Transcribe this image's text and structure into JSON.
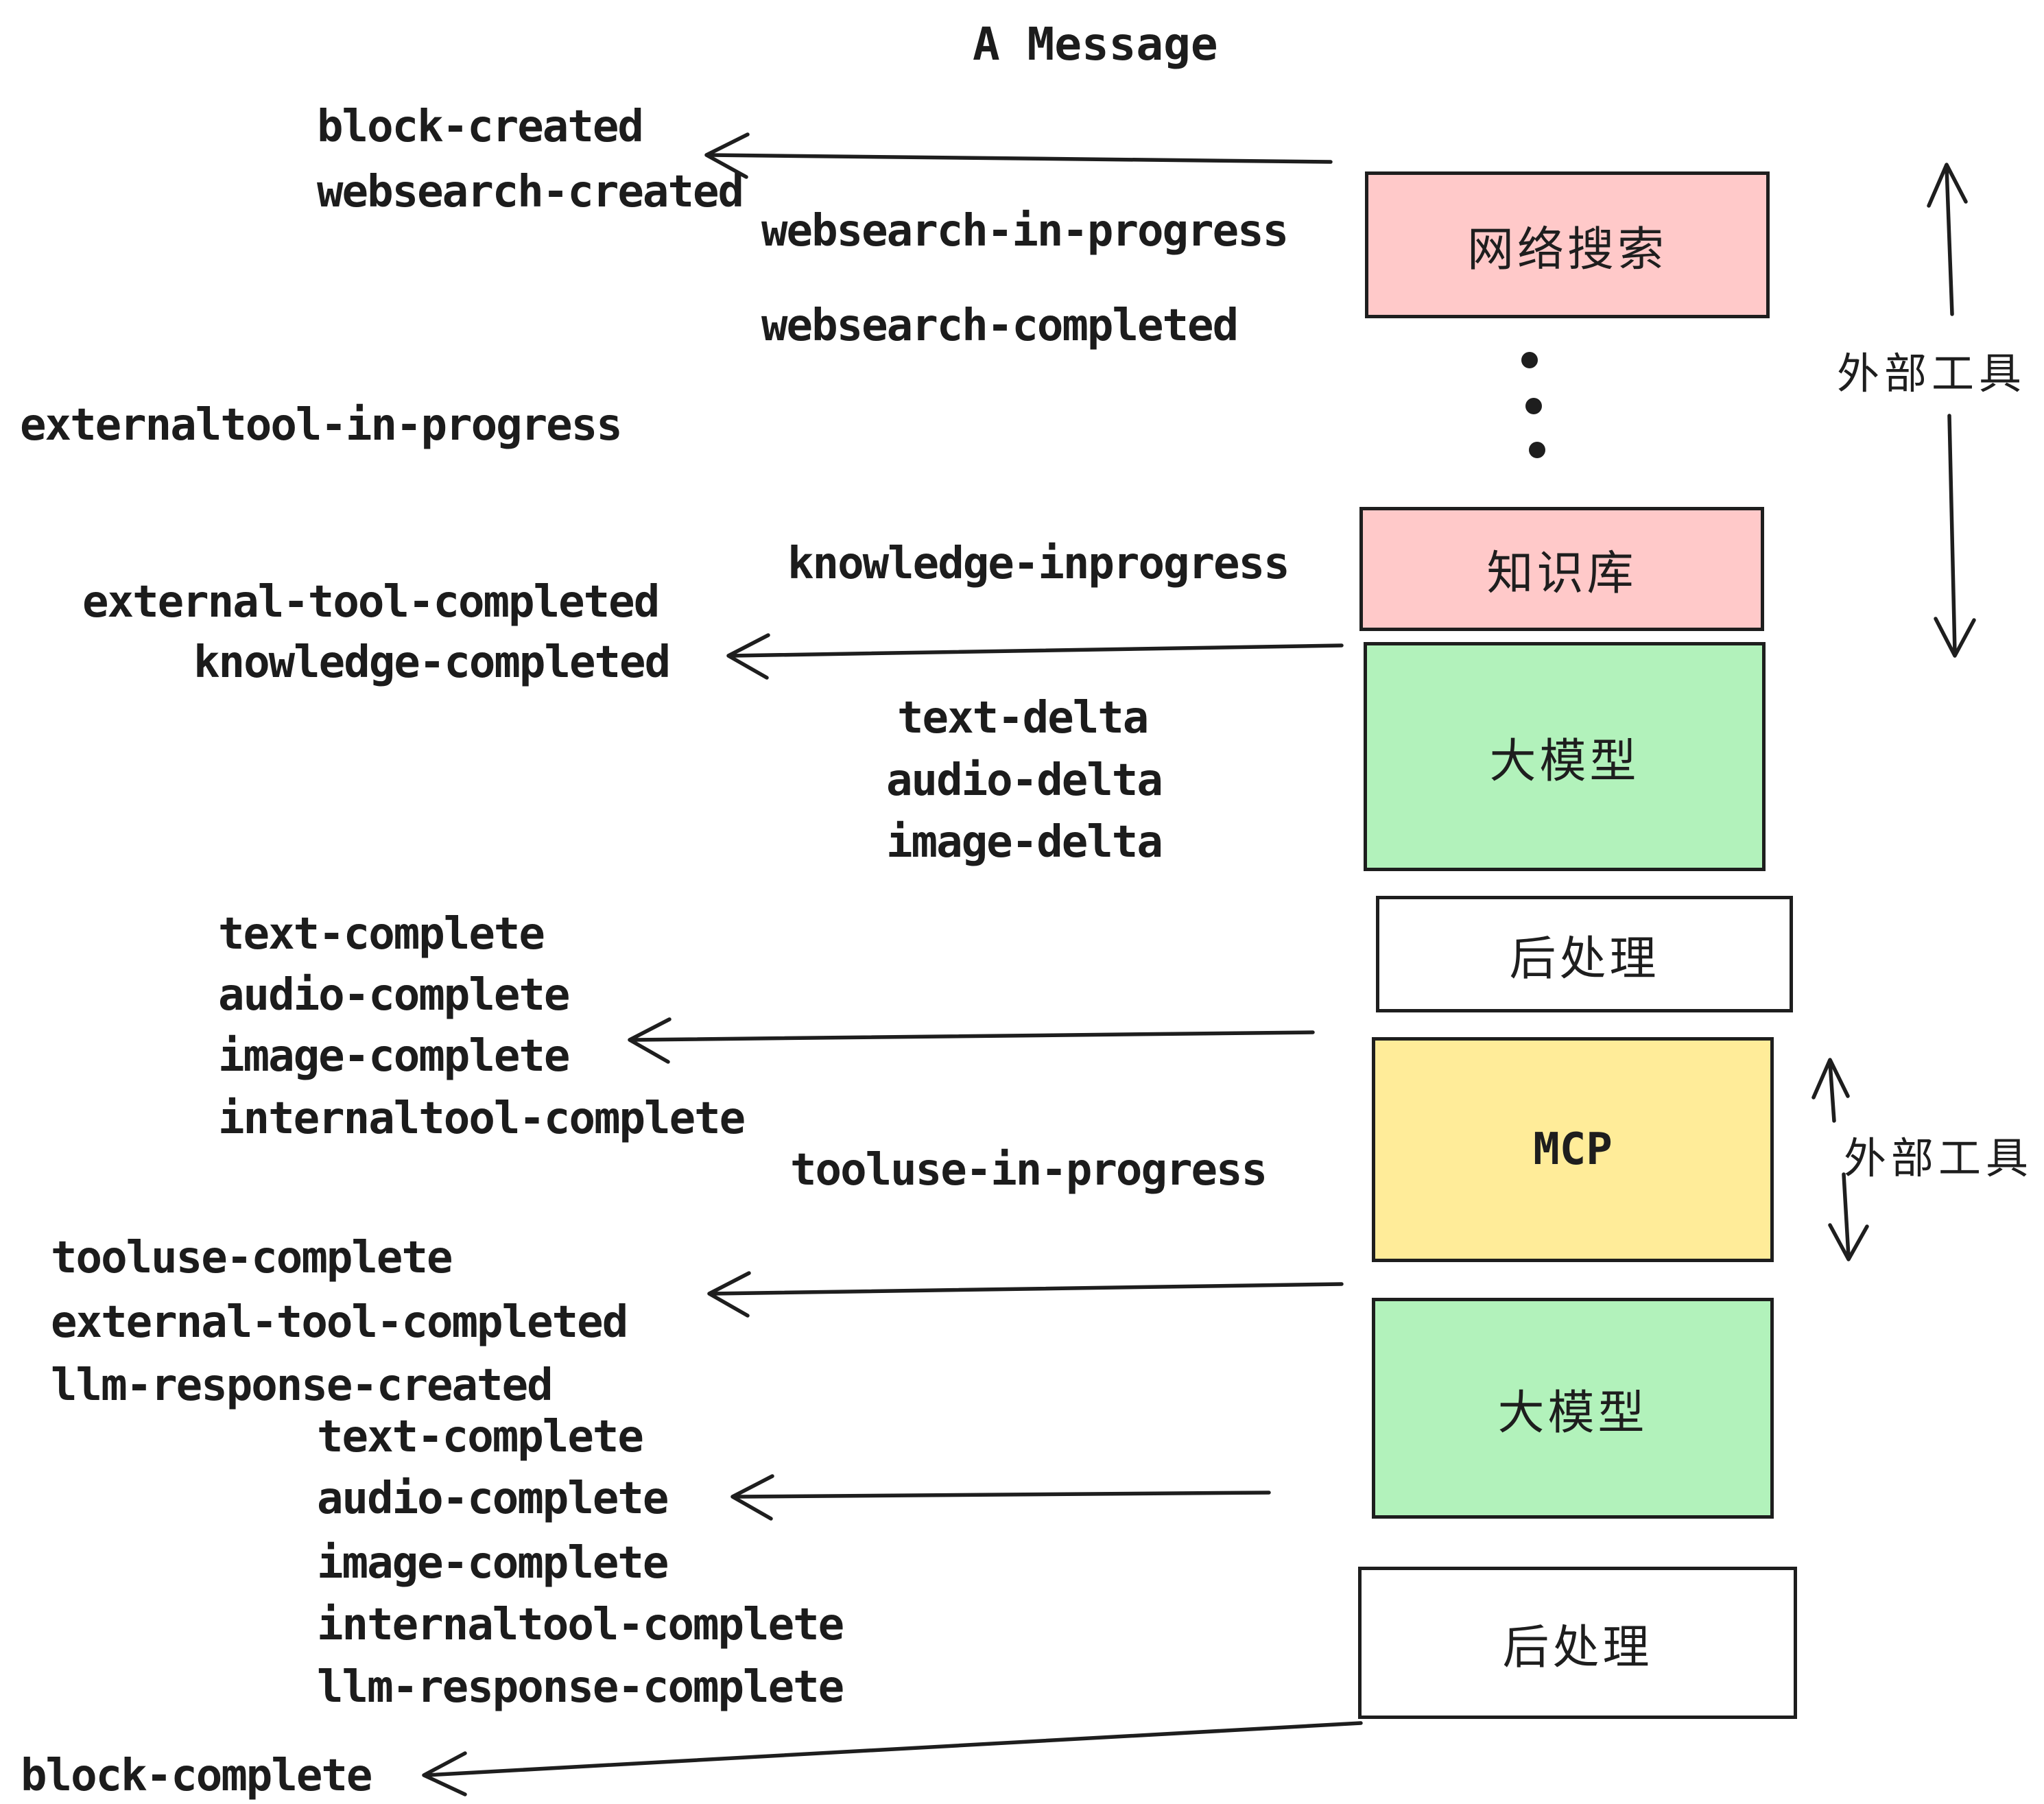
{
  "title": "A Message",
  "colors": {
    "ink": "#1e1e1e",
    "external_tool_box": "#ffc9c9",
    "llm_box": "#b2f2bb",
    "mcp_box": "#ffec99",
    "postprocess_box": "#ffffff",
    "background": "#ffffff"
  },
  "events": [
    {
      "text": "block-created"
    },
    {
      "text": "websearch-created"
    },
    {
      "text": "websearch-in-progress"
    },
    {
      "text": "websearch-completed"
    },
    {
      "text": "externaltool-in-progress"
    },
    {
      "text": "knowledge-inprogress"
    },
    {
      "text": "external-tool-completed"
    },
    {
      "text": "knowledge-completed"
    },
    {
      "text": "text-delta"
    },
    {
      "text": "audio-delta"
    },
    {
      "text": "image-delta"
    },
    {
      "text": "text-complete"
    },
    {
      "text": "audio-complete"
    },
    {
      "text": "image-complete"
    },
    {
      "text": "internaltool-complete"
    },
    {
      "text": "tooluse-in-progress"
    },
    {
      "text": "tooluse-complete"
    },
    {
      "text": "external-tool-completed"
    },
    {
      "text": "llm-response-created"
    },
    {
      "text": "text-complete"
    },
    {
      "text": "audio-complete"
    },
    {
      "text": "image-complete"
    },
    {
      "text": "internaltool-complete"
    },
    {
      "text": "llm-response-complete"
    },
    {
      "text": "block-complete"
    }
  ],
  "boxes": [
    {
      "id": "websearch",
      "label": "网络搜索"
    },
    {
      "id": "knowledge",
      "label": "知识库"
    },
    {
      "id": "llm-1",
      "label": "大模型"
    },
    {
      "id": "postprocess-1",
      "label": "后处理"
    },
    {
      "id": "mcp",
      "label": "MCP"
    },
    {
      "id": "llm-2",
      "label": "大模型"
    },
    {
      "id": "postprocess-2",
      "label": "后处理"
    }
  ],
  "annotations": [
    {
      "label": "外部工具"
    },
    {
      "label": "外部工具"
    }
  ]
}
